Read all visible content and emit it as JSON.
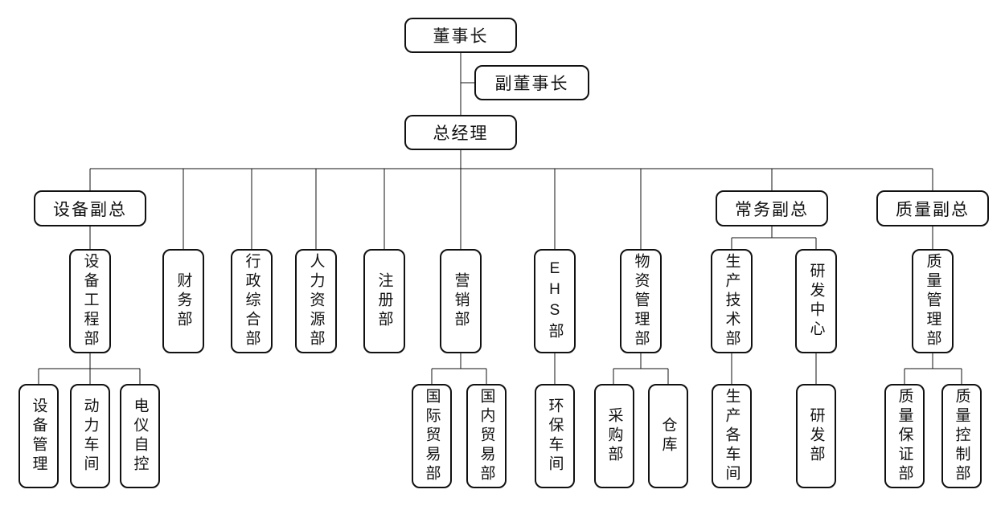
{
  "diagram": {
    "type": "org-chart",
    "colors": {
      "background": "#ffffff",
      "box_fill": "#ffffff",
      "box_border": "#111111",
      "line": "#111111",
      "text": "#111111"
    },
    "nodes": {
      "chairman": {
        "label": "董事长"
      },
      "vice_chairman": {
        "label": "副董事长"
      },
      "general_manager": {
        "label": "总经理"
      },
      "equipment_vp": {
        "label": "设备副总"
      },
      "executive_vp": {
        "label": "常务副总"
      },
      "quality_vp": {
        "label": "质量副总"
      },
      "equipment_engineering": {
        "label": "设备工程部"
      },
      "finance": {
        "label": "财务部"
      },
      "admin_comprehensive": {
        "label": "行政综合部"
      },
      "human_resources": {
        "label": "人力资源部"
      },
      "registration": {
        "label": "注册部"
      },
      "marketing": {
        "label": "营销部"
      },
      "ehs": {
        "label": "EHS部"
      },
      "materials_management": {
        "label": "物资管理部"
      },
      "production_technology": {
        "label": "生产技术部"
      },
      "rd_center": {
        "label": "研发中心"
      },
      "quality_management": {
        "label": "质量管理部"
      },
      "equipment_management": {
        "label": "设备管理"
      },
      "power_workshop": {
        "label": "动力车间"
      },
      "electrical_instrument": {
        "label": "电仪自控"
      },
      "international_trade": {
        "label": "国际贸易部"
      },
      "domestic_trade": {
        "label": "国内贸易部"
      },
      "environmental_workshop": {
        "label": "环保车间"
      },
      "procurement": {
        "label": "采购部"
      },
      "warehouse": {
        "label": "仓库"
      },
      "production_workshops": {
        "label": "生产各车间"
      },
      "rd_dept": {
        "label": "研发部"
      },
      "quality_assurance": {
        "label": "质量保证部"
      },
      "quality_control": {
        "label": "质量控制部"
      }
    },
    "hierarchy": {
      "chairman": [
        "vice_chairman",
        "general_manager"
      ],
      "general_manager": [
        "equipment_vp",
        "finance",
        "admin_comprehensive",
        "human_resources",
        "registration",
        "marketing",
        "ehs",
        "materials_management",
        "executive_vp",
        "quality_vp"
      ],
      "equipment_vp": [
        "equipment_engineering"
      ],
      "equipment_engineering": [
        "equipment_management",
        "power_workshop",
        "electrical_instrument"
      ],
      "marketing": [
        "international_trade",
        "domestic_trade"
      ],
      "ehs": [
        "environmental_workshop"
      ],
      "materials_management": [
        "procurement",
        "warehouse"
      ],
      "executive_vp": [
        "production_technology",
        "rd_center"
      ],
      "production_technology": [
        "production_workshops"
      ],
      "rd_center": [
        "rd_dept"
      ],
      "quality_vp": [
        "quality_management"
      ],
      "quality_management": [
        "quality_assurance",
        "quality_control"
      ]
    }
  }
}
